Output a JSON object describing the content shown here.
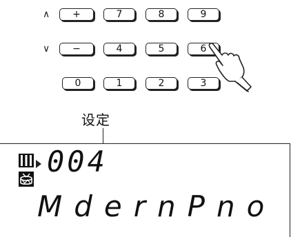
{
  "keypad": {
    "row1": {
      "arrow": "∧",
      "keys": [
        "+",
        "7",
        "8",
        "9"
      ]
    },
    "row2": {
      "arrow": "∨",
      "keys": [
        "−",
        "4",
        "5",
        "6"
      ]
    },
    "row3": {
      "keys": [
        "0",
        "1",
        "2",
        "3"
      ]
    }
  },
  "annotation": {
    "label": "设定"
  },
  "display": {
    "tone_number": "004",
    "tone_name": "MdernPno",
    "icons": [
      "keyboard-icon",
      "drum-icon"
    ]
  }
}
